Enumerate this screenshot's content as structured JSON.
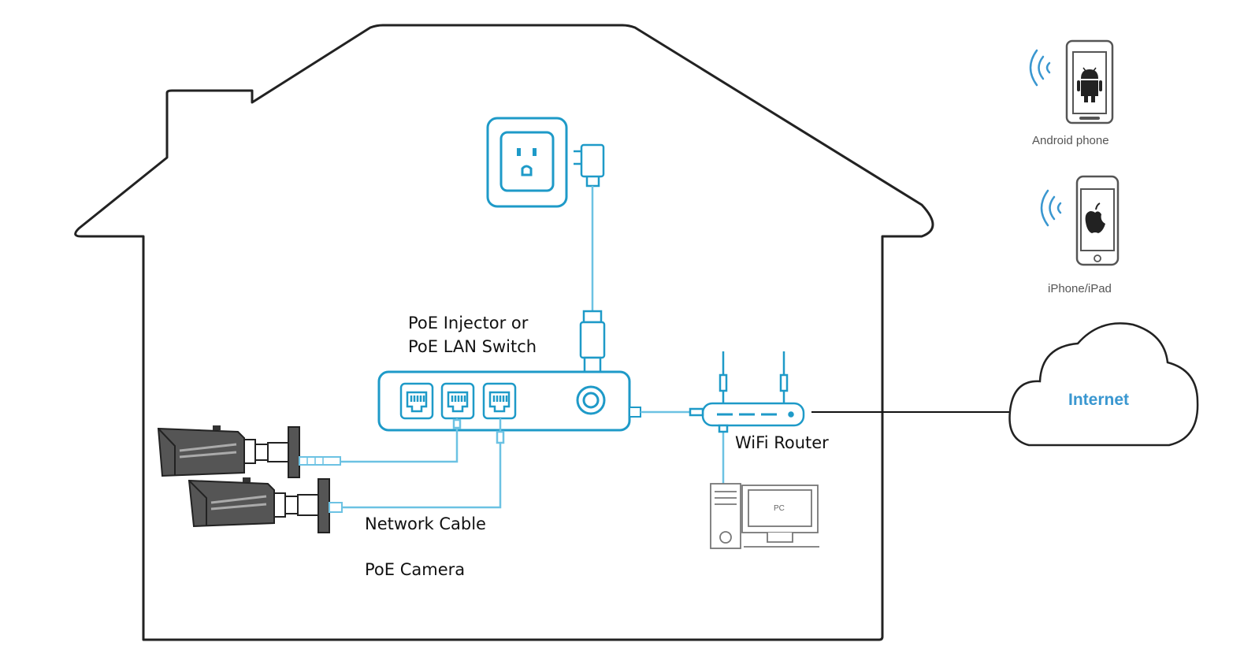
{
  "labels": {
    "poe_injector_line1": "PoE Injector or",
    "poe_injector_line2": "PoE LAN Switch",
    "wifi_router": "WiFi Router",
    "network_cable": "Network Cable",
    "poe_camera": "PoE Camera",
    "internet": "Internet",
    "android_phone": "Android phone",
    "iphone_ipad": "iPhone/iPad",
    "pc": "PC"
  },
  "colors": {
    "accent": "#1e9ac8",
    "cable": "#6cc2e3",
    "outline": "#222222",
    "device_gray": "#555555",
    "internet_text": "#3a97d0"
  },
  "icons": [
    "house-outline",
    "power-outlet-icon",
    "power-adapter-icon",
    "poe-switch-icon",
    "ethernet-port-icon",
    "wifi-router-icon",
    "desktop-pc-icon",
    "bullet-camera-icon",
    "android-phone-icon",
    "iphone-icon",
    "wifi-signal-icon",
    "cloud-icon"
  ]
}
